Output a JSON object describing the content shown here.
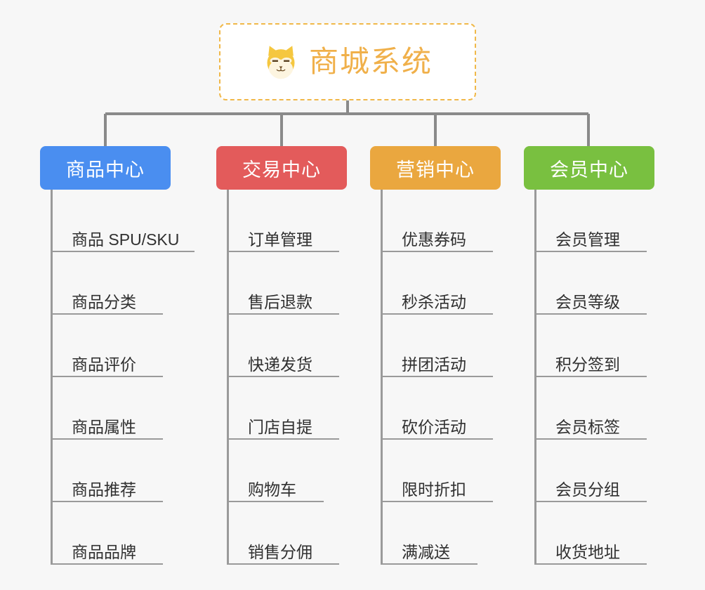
{
  "root": {
    "title": "商城系统",
    "mascot_icon": "shiba-dog-icon",
    "border_color": "#f0b849",
    "text_color": "#f0b04a",
    "background": "#ffffff"
  },
  "canvas": {
    "background": "#f7f7f7",
    "connector_color": "#8a8a8a"
  },
  "columns": [
    {
      "id": "product-center",
      "header": "商品中心",
      "color": "#4a8ef0",
      "items": [
        {
          "label": "商品 SPU/SKU",
          "rule_width": 205
        },
        {
          "label": "商品分类",
          "rule_width": 160
        },
        {
          "label": "商品评价",
          "rule_width": 160
        },
        {
          "label": "商品属性",
          "rule_width": 160
        },
        {
          "label": "商品推荐",
          "rule_width": 160
        },
        {
          "label": "商品品牌",
          "rule_width": 160
        }
      ]
    },
    {
      "id": "trade-center",
      "header": "交易中心",
      "color": "#e35b5b",
      "items": [
        {
          "label": "订单管理",
          "rule_width": 160
        },
        {
          "label": "售后退款",
          "rule_width": 160
        },
        {
          "label": "快递发货",
          "rule_width": 160
        },
        {
          "label": "门店自提",
          "rule_width": 160
        },
        {
          "label": "购物车",
          "rule_width": 138
        },
        {
          "label": "销售分佣",
          "rule_width": 160
        }
      ]
    },
    {
      "id": "marketing-center",
      "header": "营销中心",
      "color": "#eaa73f",
      "items": [
        {
          "label": "优惠券码",
          "rule_width": 160
        },
        {
          "label": "秒杀活动",
          "rule_width": 160
        },
        {
          "label": "拼团活动",
          "rule_width": 160
        },
        {
          "label": "砍价活动",
          "rule_width": 160
        },
        {
          "label": "限时折扣",
          "rule_width": 160
        },
        {
          "label": "满减送",
          "rule_width": 138
        }
      ]
    },
    {
      "id": "member-center",
      "header": "会员中心",
      "color": "#79c040",
      "items": [
        {
          "label": "会员管理",
          "rule_width": 160
        },
        {
          "label": "会员等级",
          "rule_width": 160
        },
        {
          "label": "积分签到",
          "rule_width": 160
        },
        {
          "label": "会员标签",
          "rule_width": 160
        },
        {
          "label": "会员分组",
          "rule_width": 160
        },
        {
          "label": "收货地址",
          "rule_width": 160
        }
      ]
    }
  ]
}
